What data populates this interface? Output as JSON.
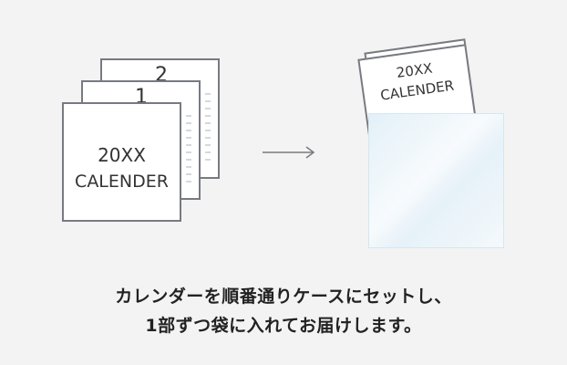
{
  "left_stack": {
    "sheet_back_number": "2",
    "sheet_mid_number": "1",
    "cover": {
      "year": "20XX",
      "title": "CALENDER"
    }
  },
  "right_case": {
    "calendar": {
      "year": "20XX",
      "title": "CALENDER"
    }
  },
  "caption": {
    "line1": "カレンダーを順番通りケースにセットし、",
    "line2": "1部ずつ袋に入れてお届けします。"
  },
  "colors": {
    "outline": "#777a80",
    "case_tint": "#e3f0f8",
    "background": "#f3f3f3"
  }
}
